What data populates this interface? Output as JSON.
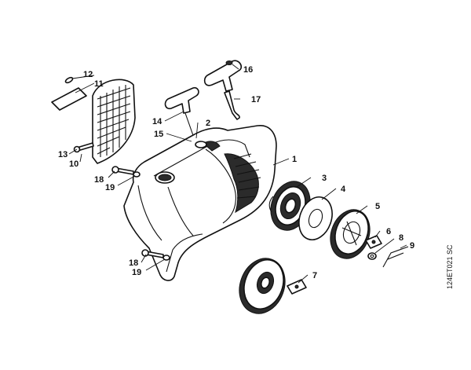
{
  "drawing_code": "124ET021 SC",
  "callouts": {
    "p1": "1",
    "p2": "2",
    "p3": "3",
    "p4": "4",
    "p5": "5",
    "p6": "6",
    "p7": "7",
    "p8": "8",
    "p9": "9",
    "p10": "10",
    "p11": "11",
    "p12": "12",
    "p13": "13",
    "p14": "14",
    "p15": "15",
    "p16": "16",
    "p17": "17",
    "p18a": "18",
    "p19a": "19",
    "p18b": "18",
    "p19b": "19"
  },
  "colors": {
    "ink": "#111111",
    "paper": "#ffffff",
    "shade": "#2b2b2b"
  }
}
